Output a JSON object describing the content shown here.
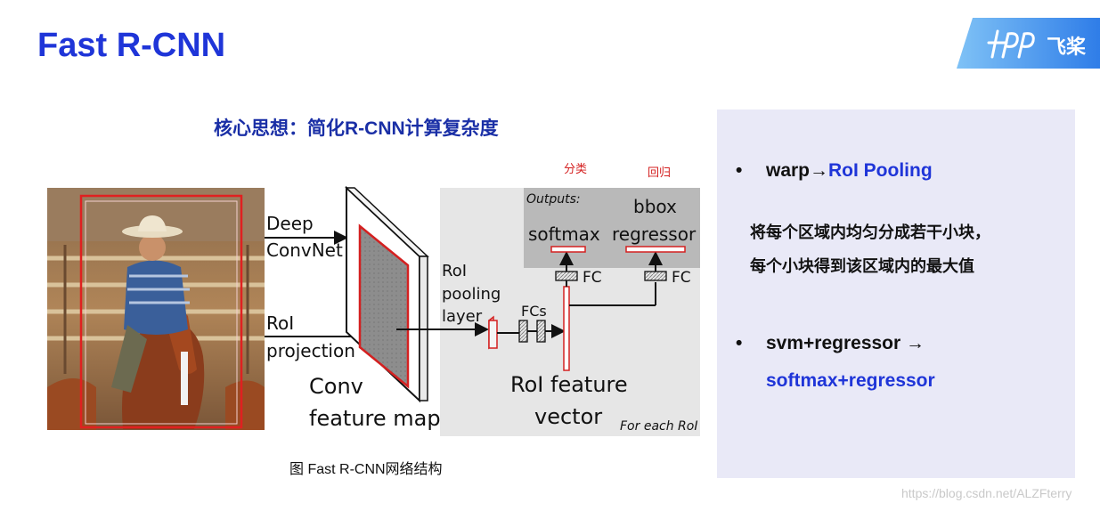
{
  "header": {
    "title": "Fast R-CNN",
    "logo_text": "飞桨"
  },
  "subtitle": "核心思想：简化R-CNN计算复杂度",
  "diagram": {
    "label_classify": "分类",
    "label_regress": "回归",
    "deep": "Deep",
    "convnet": "ConvNet",
    "roi": "RoI",
    "projection": "projection",
    "conv": "Conv",
    "feature_map": "feature map",
    "roi_pool_1": "RoI",
    "roi_pool_2": "pooling",
    "roi_pool_3": "layer",
    "fcs": "FCs",
    "outputs": "Outputs:",
    "softmax": "softmax",
    "bbox": "bbox",
    "regressor": "regressor",
    "fc_left": "FC",
    "fc_right": "FC",
    "roi_feature": "RoI feature",
    "vector": "vector",
    "for_each": "For each RoI"
  },
  "caption": "图 Fast R-CNN网络结构",
  "panel": {
    "bullet1_plain": "warp→",
    "bullet1_hl": "RoI Pooling",
    "desc_line1": "将每个区域内均匀分成若干小块，",
    "desc_line2": "每个小块得到该区域内的最大值",
    "bullet2_line1": "svm+regressor →",
    "bullet2_line2": "softmax+regressor",
    "bullet_char": "•"
  },
  "watermark": "https://blog.csdn.net/ALZFterry",
  "colors": {
    "title_blue": "#1f35d8",
    "subtitle_blue": "#1a2fa6",
    "accent_red": "#d42020",
    "panel_bg": "#e9e9f7"
  }
}
